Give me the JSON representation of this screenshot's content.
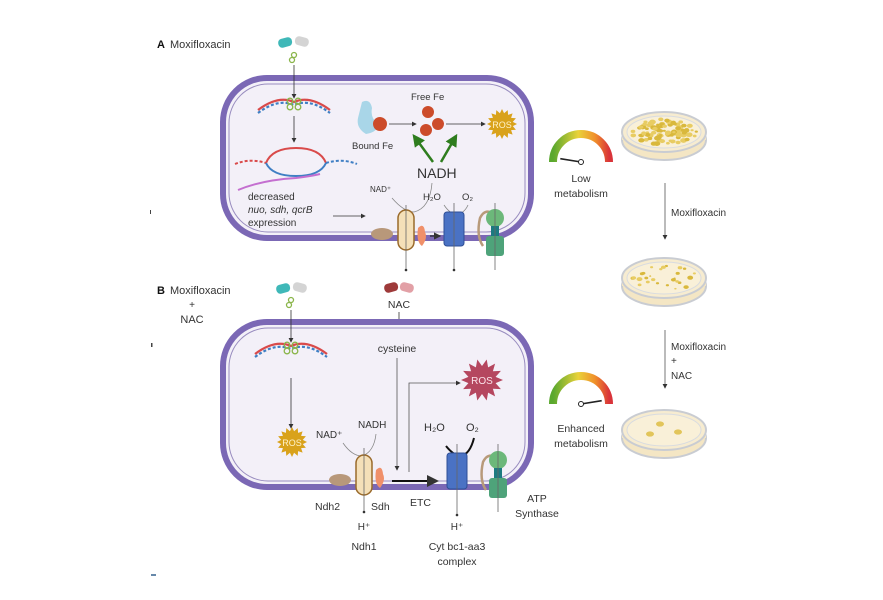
{
  "panel_a": {
    "letter": "A",
    "title": "Moxifloxacin",
    "free_fe": "Free Fe",
    "bound_fe": "Bound Fe",
    "ros": "ROS",
    "nadh": "NADH",
    "nad_plus": "NAD⁺",
    "h2o": "H₂O",
    "o2": "O₂",
    "expression_line1": "decreased",
    "expression_line2": "nuo, sdh, qcrB",
    "expression_line3": "expression",
    "gauge_label_1": "Low",
    "gauge_label_2": "metabolism",
    "gauge_level": 0.05
  },
  "panel_b": {
    "letter": "B",
    "title_line1": "Moxifloxacin",
    "title_line2": "+",
    "title_line3": "NAC",
    "nac": "NAC",
    "cysteine": "cysteine",
    "ros_left": "ROS",
    "ros_right": "ROS",
    "nad_plus": "NAD⁺",
    "nadh": "NADH",
    "h2o": "H₂O",
    "o2": "O₂",
    "ndh2": "Ndh2",
    "sdh": "Sdh",
    "etc": "ETC",
    "h_plus_1": "H⁺",
    "h_plus_2": "H⁺",
    "ndh1": "Ndh1",
    "cyt_line1": "Cyt bc1-aa3",
    "cyt_line2": "complex",
    "atp_line1": "ATP",
    "atp_line2": "Synthase",
    "gauge_label_1": "Enhanced",
    "gauge_label_2": "metabolism",
    "gauge_level": 0.95
  },
  "side": {
    "arrow1_label": "Moxifloxacin",
    "arrow2_line1": "Moxifloxacin",
    "arrow2_line2": "+",
    "arrow2_line3": "NAC",
    "plates": [
      {
        "name": "untreated",
        "colony_density": "high"
      },
      {
        "name": "moxifloxacin",
        "colony_density": "medium"
      },
      {
        "name": "moxifloxacin-nac",
        "colony_density": "low"
      }
    ]
  },
  "colors": {
    "membrane": "#7b68b5",
    "cytoplasm": "#f3f0f8",
    "ros_gold": "#d9a21b",
    "ros_red": "#b5475f",
    "iron": "#cc4b2a",
    "nadh_arrow": "#2e7d1e",
    "complex_blue": "#4a72c4",
    "atp_green": "#4ea37a"
  }
}
